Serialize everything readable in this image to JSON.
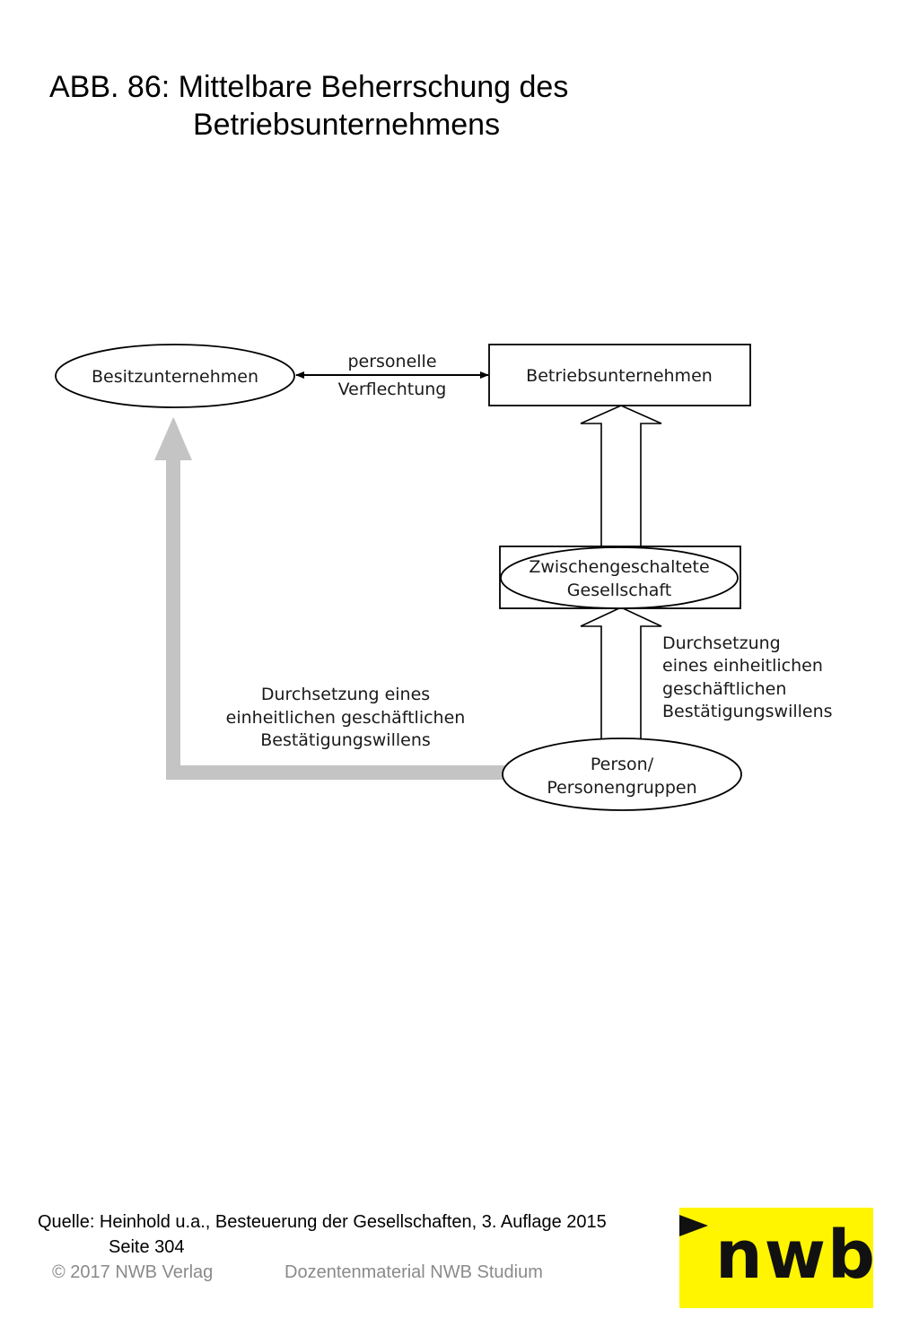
{
  "title": {
    "line1": "ABB. 86: Mittelbare Beherrschung des",
    "line2": "Betriebsunternehmens"
  },
  "diagram": {
    "besitz": "Besitzunternehmen",
    "betrieb": "Betriebsunternehmen",
    "verflechtung_line1": "personelle",
    "verflechtung_line2": "Verflechtung",
    "zwischen_line1": "Zwischengeschaltete",
    "zwischen_line2": "Gesellschaft",
    "person_line1": "Person/",
    "person_line2": "Personengruppen",
    "right_label": [
      "Durchsetzung",
      "eines einheitlichen",
      "geschäftlichen",
      "Bestätigungswillens"
    ],
    "left_label": [
      "Durchsetzung eines",
      "einheitlichen geschäftlichen",
      "Bestätigungswillens"
    ],
    "colors": {
      "grey_arrow": "#c4c4c4",
      "logo_yellow": "#fff500"
    }
  },
  "footer": {
    "source_line1": "Quelle: Heinhold u.a., Besteuerung der Gesellschaften, 3. Auflage 2015",
    "source_line2": "Seite 304",
    "copyright": "© 2017 NWB Verlag",
    "dozent": "Dozentenmaterial NWB Studium",
    "logo": "nwb"
  }
}
